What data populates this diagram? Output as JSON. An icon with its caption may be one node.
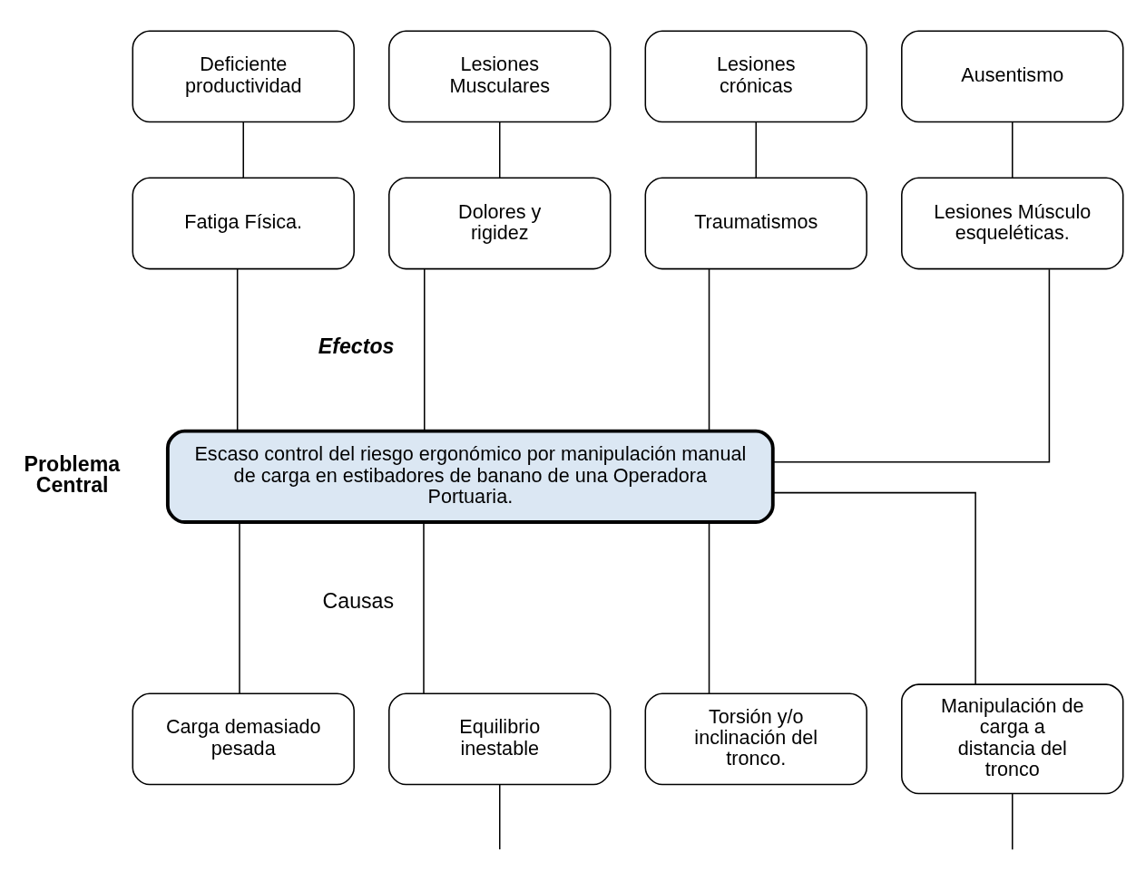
{
  "diagram": {
    "nodes": [
      {
        "text": [
          "Deficiente productividad"
        ]
      },
      {
        "text": [
          "Lesiones Musculares"
        ]
      },
      {
        "text": [
          "Lesiones crónicas"
        ]
      },
      {
        "text": [
          "Ausentismo"
        ]
      },
      {
        "text": [
          "Fatiga Física."
        ]
      },
      {
        "text": [
          "Dolores y rigidez"
        ]
      },
      {
        "text": [
          "Traumatismos"
        ]
      },
      {
        "text": [
          "Lesiones Músculo esqueléticas."
        ]
      },
      {
        "text": [
          "Escaso control del riesgo ergonómico por manipulación manual de carga en estibadores de banano de una Operadora Portuaria."
        ]
      },
      {
        "text": [
          "Carga demasiado pesada"
        ]
      },
      {
        "text": [
          "Equilibrio inestable"
        ]
      },
      {
        "text": [
          "Torsión y/o inclinación del tronco."
        ]
      },
      {
        "text": [
          "Manipulación de carga a distancia del tronco"
        ]
      }
    ],
    "edges": [
      {
        "from": 0,
        "to": 4,
        "arrow": "none"
      },
      {
        "from": 1,
        "to": 5,
        "arrow": "none"
      },
      {
        "from": 2,
        "to": 6,
        "arrow": "none"
      },
      {
        "from": 3,
        "to": 7,
        "arrow": "none"
      },
      {
        "from": 4,
        "to": 8,
        "arrow": "none"
      },
      {
        "from": 5,
        "to": 8,
        "arrow": "none"
      },
      {
        "from": 6,
        "to": 8,
        "arrow": "none"
      },
      {
        "from": 7,
        "to": 8,
        "arrow": "none"
      },
      {
        "from": 8,
        "to": 9,
        "arrow": "none"
      },
      {
        "from": 8,
        "to": 10,
        "arrow": "none"
      },
      {
        "from": 8,
        "to": 11,
        "arrow": "none"
      },
      {
        "from": 8,
        "to": 12,
        "arrow": "none"
      },
      {
        "from": 10,
        "to": null,
        "arrow": "none"
      },
      {
        "from": 12,
        "to": null,
        "arrow": "none"
      }
    ],
    "labels": [
      "Efectos",
      "Problema Central",
      "Causas"
    ]
  }
}
